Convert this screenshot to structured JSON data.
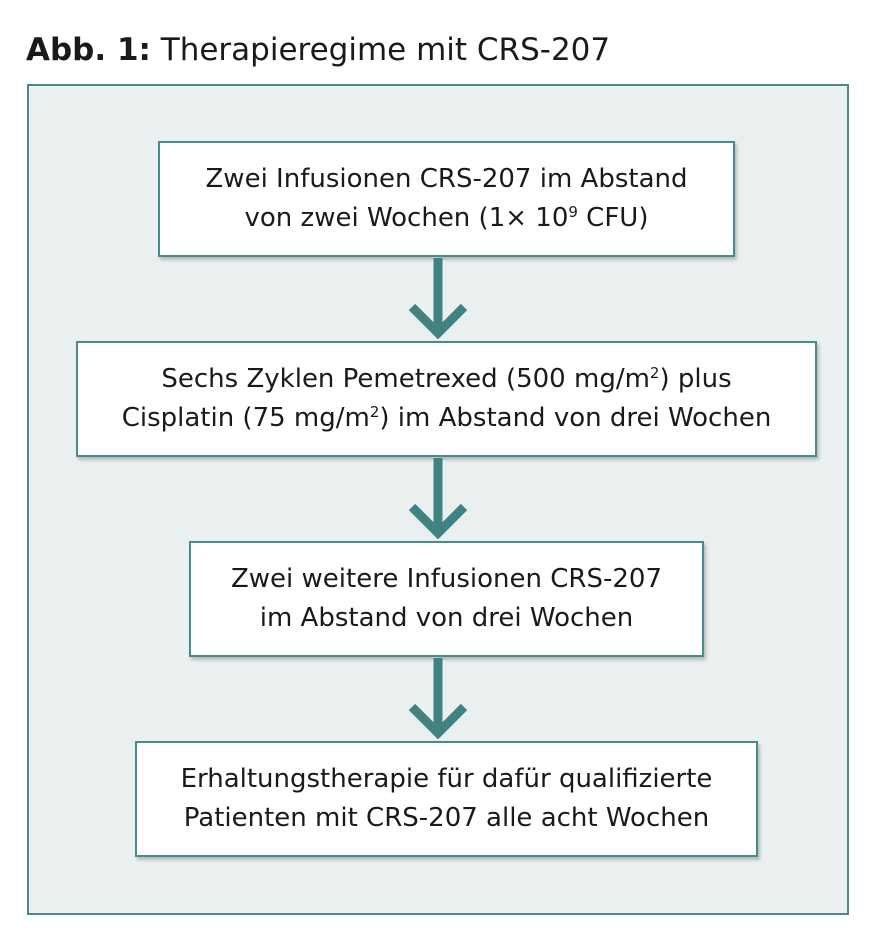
{
  "figure": {
    "label": "Abb. 1:",
    "title": "Therapieregime mit CRS-207"
  },
  "colors": {
    "border": "#4a8a89",
    "panel_background": "#e9f0ef",
    "arrow": "#3f8281"
  },
  "steps": [
    {
      "line1": "Zwei Infusionen CRS-207 im Abstand",
      "line2_pre": "von zwei Wochen (1× 10",
      "line2_sup": "9",
      "line2_post": " CFU)"
    },
    {
      "line1_pre": "Sechs Zyklen Pemetrexed (500 mg/m",
      "line1_sup": "2",
      "line1_post": ") plus",
      "line2_pre": "Cisplatin (75 mg/m",
      "line2_sup": "2",
      "line2_post": ") im Abstand von drei Wochen"
    },
    {
      "line1": "Zwei weitere Infusionen CRS-207",
      "line2": "im Abstand von drei Wochen"
    },
    {
      "line1": "Erhaltungstherapie für dafür qualifizierte",
      "line2": "Patienten mit CRS-207 alle acht Wochen"
    }
  ]
}
